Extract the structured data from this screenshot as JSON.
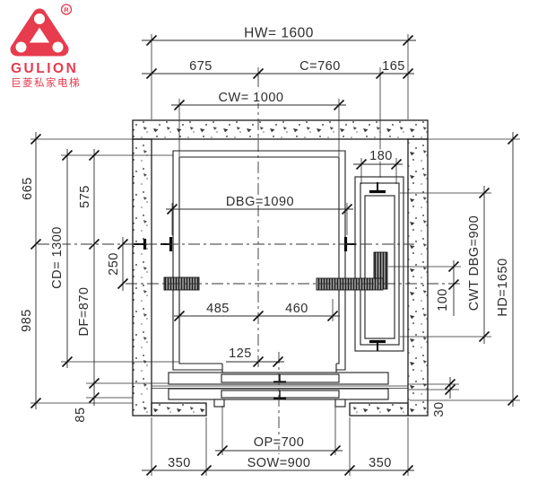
{
  "brand": {
    "name": "GULION",
    "registered": "R",
    "tagline": "巨菱私家电梯",
    "color": "#e73b4e"
  },
  "dimensions": {
    "hw": "HW= 1600",
    "left_offset": "675",
    "c": "C=760",
    "right_offset": "165",
    "cw": "CW= 1000",
    "dbg": "DBG=1090",
    "cwt_width": "180",
    "d665": "665",
    "d575": "575",
    "cd": "CD= 1300",
    "d250": "250",
    "df": "DF=870",
    "d985": "985",
    "d85": "85",
    "d485": "485",
    "d460": "460",
    "d125": "125",
    "cwt_dbg": "CWT DBG=900",
    "hd": "HD=1650",
    "d100": "100",
    "d30": "30",
    "op": "OP=700",
    "sow": "SOW=900",
    "d350_left": "350",
    "d350_right": "350"
  }
}
